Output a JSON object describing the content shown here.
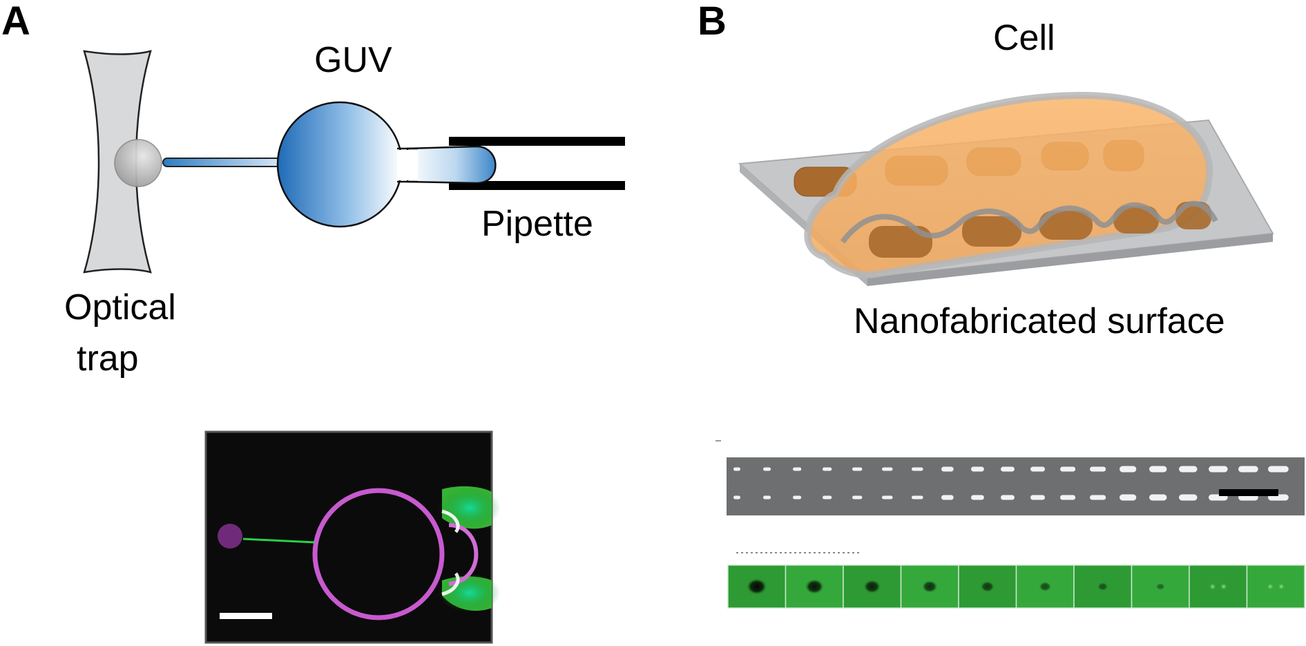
{
  "panels": {
    "a": {
      "letter": "A",
      "labels": {
        "guv": "GUV",
        "pipette": "Pipette",
        "optical_trap_line1": "Optical",
        "optical_trap_line2": "trap"
      }
    },
    "b": {
      "letter": "B",
      "labels": {
        "cell": "Cell",
        "surface": "Nanofabricated surface"
      }
    }
  },
  "colors": {
    "membrane_magenta": "#c04ac8",
    "fluorescence_green": "#3fbf3f",
    "guv_blue": "#2b78c0",
    "cell_orange": "#f6b46c",
    "pillar_brown": "#a86a2c",
    "surface_gray": "#c8c9cb"
  }
}
